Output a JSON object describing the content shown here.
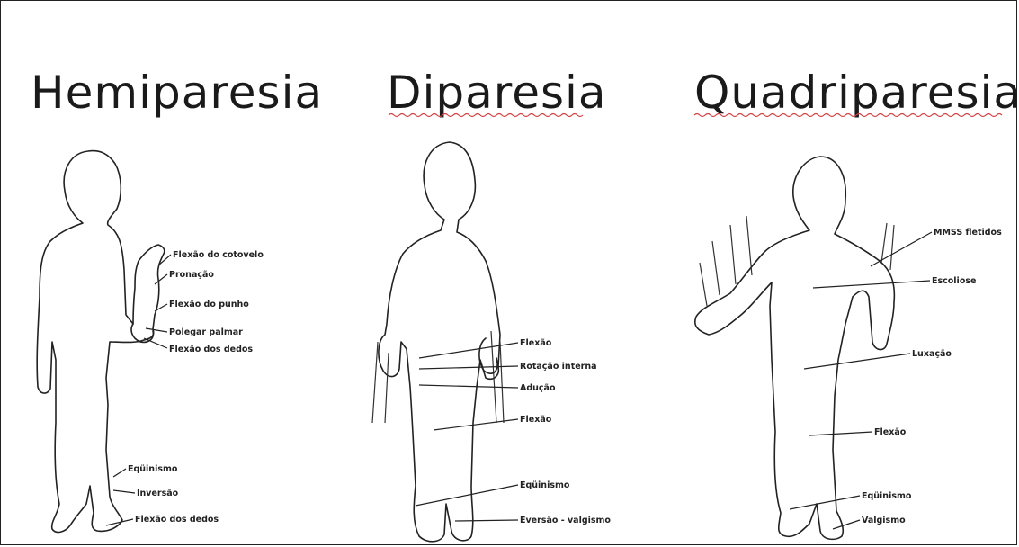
{
  "panels": {
    "hemiparesia": {
      "title": "Hemiparesia",
      "labels": [
        "Flexão do cotovelo",
        "Pronação",
        "Flexão do punho",
        "Polegar palmar",
        "Flexão dos dedos",
        "Eqüinismo",
        "Inversão",
        "Flexão dos dedos"
      ]
    },
    "diparesia": {
      "title": "Diparesia",
      "labels": [
        "Flexão",
        "Rotação interna",
        "Adução",
        "Flexão",
        "Eqüinismo",
        "Eversão - valgismo"
      ]
    },
    "quadriparesia": {
      "title": "Quadriparesia",
      "labels": [
        "MMSS fletidos",
        "Escoliose",
        "Luxação",
        "Flexão",
        "Eqüinismo",
        "Valgismo"
      ]
    }
  },
  "colors": {
    "ink": "#222222",
    "spellcheck_underline": "#d04040"
  }
}
